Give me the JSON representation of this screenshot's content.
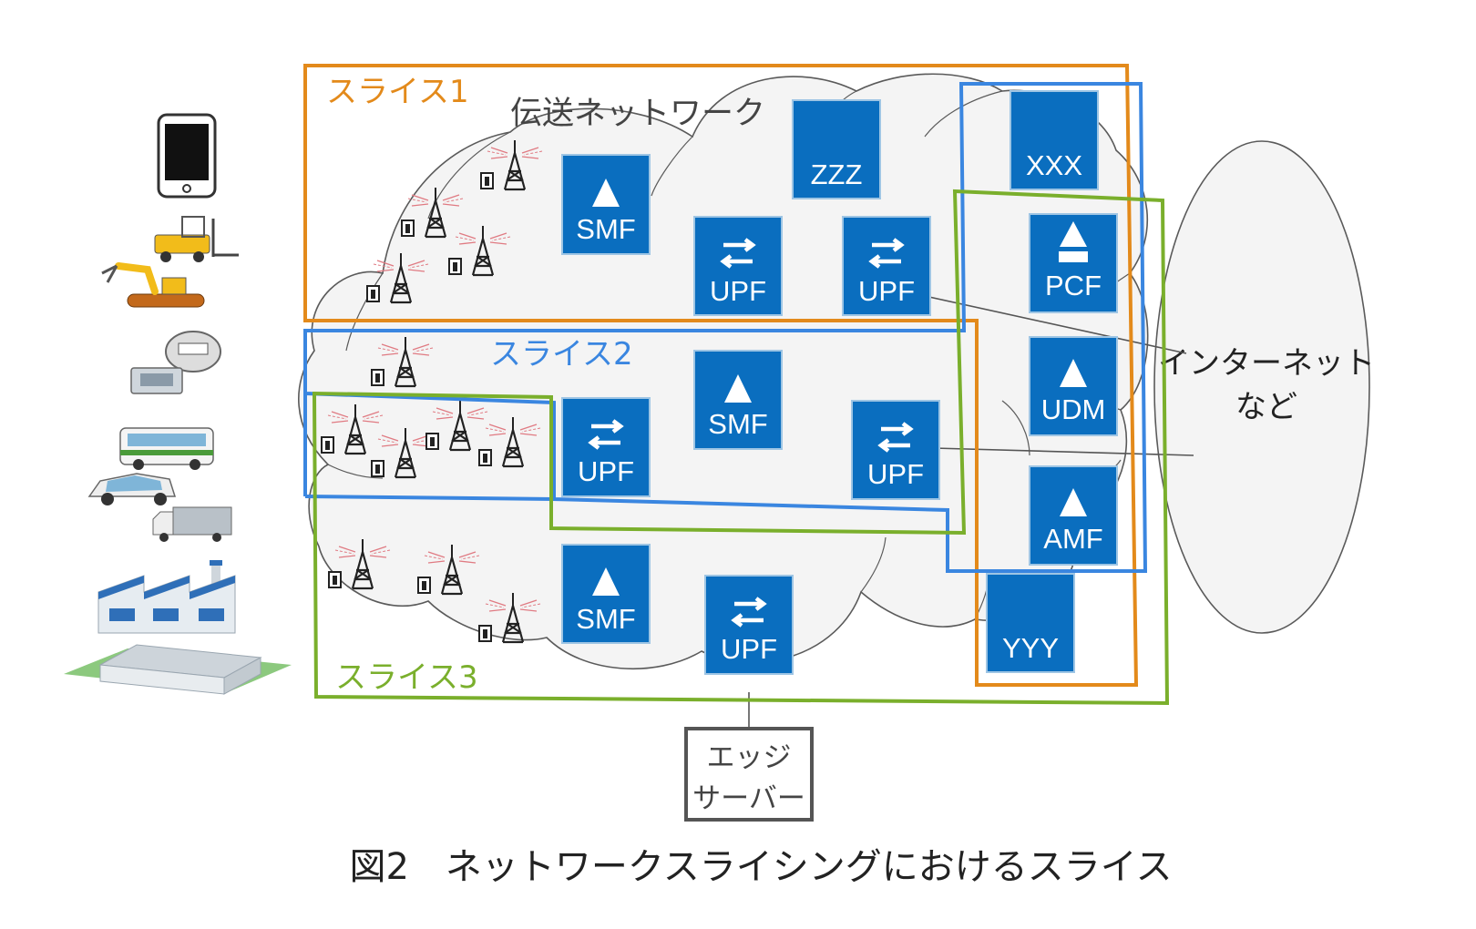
{
  "caption": "図2　ネットワークスライシングにおけるスライス",
  "transport_label": "伝送ネットワーク",
  "slices": {
    "s1": {
      "label": "スライス1",
      "color": "#E38A1B"
    },
    "s2": {
      "label": "スライス2",
      "color": "#3A86E0"
    },
    "s3": {
      "label": "スライス3",
      "color": "#7AAF2C"
    }
  },
  "internet": {
    "line1": "インターネット",
    "line2": "など"
  },
  "edge": {
    "line1": "エッジ",
    "line2": "サーバー"
  },
  "nf_color": "#0A6EBF",
  "functions": {
    "smf": "SMF",
    "upf": "UPF",
    "zzz": "ZZZ",
    "xxx": "XXX",
    "pcf": "PCF",
    "udm": "UDM",
    "amf": "AMF",
    "yyy": "YYY"
  }
}
